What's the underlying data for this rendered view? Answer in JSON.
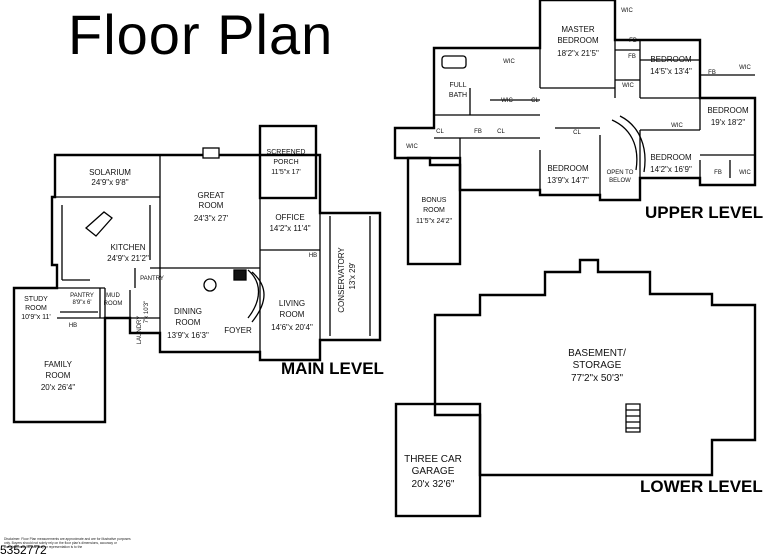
{
  "title": "Floor Plan",
  "levels": {
    "main": "MAIN LEVEL",
    "upper": "UPPER LEVEL",
    "lower": "LOWER LEVEL"
  },
  "rooms": {
    "solarium": {
      "name": "SOLARIUM",
      "dims": "24'9\"x 9'8\""
    },
    "great_room": {
      "name_1": "GREAT",
      "name_2": "ROOM",
      "dims": "24'3\"x 27'"
    },
    "screened_porch": {
      "name_1": "SCREENED",
      "name_2": "PORCH",
      "dims": "11'5\"x 17'"
    },
    "office": {
      "name": "OFFICE",
      "dims": "14'2\"x 11'4\""
    },
    "kitchen": {
      "name": "KITCHEN",
      "dims": "24'9\"x 21'2\""
    },
    "conservatory": {
      "name": "CONSERVATORY",
      "dims": "13'x 29'"
    },
    "study": {
      "name_1": "STUDY",
      "name_2": "ROOM",
      "dims": "10'9\"x 11'"
    },
    "pantry_small": {
      "name": "PANTRY",
      "dims": "8'9\"x 6'"
    },
    "pantry": "PANTRY",
    "mud_room": {
      "name_1": "MUD",
      "name_2": "ROOM"
    },
    "laundry": {
      "name": "LAUNDRY",
      "dims": "7'x 10'3\""
    },
    "dining": {
      "name_1": "DINING",
      "name_2": "ROOM",
      "dims": "13'9\"x 16'3\""
    },
    "living": {
      "name_1": "LIVING",
      "name_2": "ROOM",
      "dims": "14'6\"x 20'4\""
    },
    "foyer": "FOYER",
    "family": {
      "name_1": "FAMILY",
      "name_2": "ROOM",
      "dims": "20'x 26'4\""
    },
    "master": {
      "name_1": "MASTER",
      "name_2": "BEDROOM",
      "dims": "18'2\"x 21'5\""
    },
    "full_bath": {
      "name_1": "FULL",
      "name_2": "BATH"
    },
    "bedroom_a": {
      "name": "BEDROOM",
      "dims": "14'5\"x 13'4\""
    },
    "bedroom_b": {
      "name": "BEDROOM",
      "dims": "19'x 18'2\""
    },
    "bedroom_c": {
      "name": "BEDROOM",
      "dims": "14'2\"x 16'9\""
    },
    "bedroom_d": {
      "name": "BEDROOM",
      "dims": "13'9\"x 14'7\""
    },
    "open_to_below": {
      "line_1": "OPEN TO",
      "line_2": "BELOW"
    },
    "bonus": {
      "name_1": "BONUS",
      "name_2": "ROOM",
      "dims": "11'5\"x 24'2\""
    },
    "basement": {
      "name_1": "BASEMENT/",
      "name_2": "STORAGE",
      "dims": "77'2\"x 50'3\""
    },
    "garage": {
      "name_1": "THREE CAR",
      "name_2": "GARAGE",
      "dims": "20'x 32'6\""
    }
  },
  "fixtures": {
    "hb": "HB",
    "wic": "WIC",
    "cl": "CL",
    "fb": "FB"
  },
  "disclaimer": "Disclaimer: Floor Plan measurements are approximate and are for illustrative purposes only. Buyers should not solely rely on the floor plan's dimensions, accuracy or completeness. No warranty or representation is to the",
  "listing_number": "5352772"
}
